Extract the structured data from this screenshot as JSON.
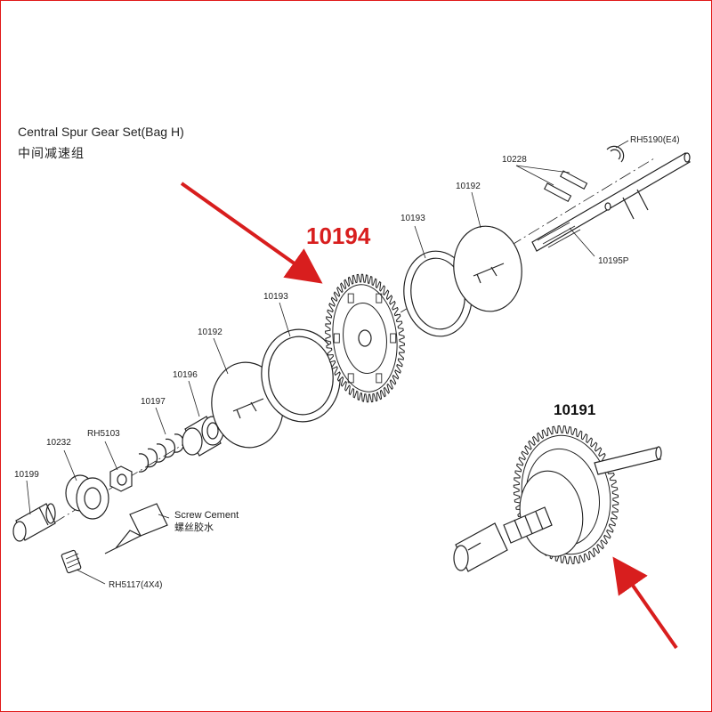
{
  "header": {
    "title": "Central Spur Gear Set(Bag H)",
    "subtitle": "中间减速组"
  },
  "callouts": {
    "main_gear": "10194",
    "assembled": "10191"
  },
  "parts": {
    "p10199": "10199",
    "p10232": "10232",
    "rh5103": "RH5103",
    "p10197": "10197",
    "p10196": "10196",
    "p10192_left": "10192",
    "p10193_left": "10193",
    "p10193_right": "10193",
    "p10192_right": "10192",
    "p10228": "10228",
    "rh5190": "RH5190(E4)",
    "p10195p": "10195P",
    "rh5117": "RH5117(4X4)"
  },
  "notes": {
    "screw_cement": "Screw Cement",
    "screw_cement_cn": "螺丝胶水"
  },
  "colors": {
    "line": "#222222",
    "accent": "#d81e1e",
    "frame": "#e01818"
  }
}
